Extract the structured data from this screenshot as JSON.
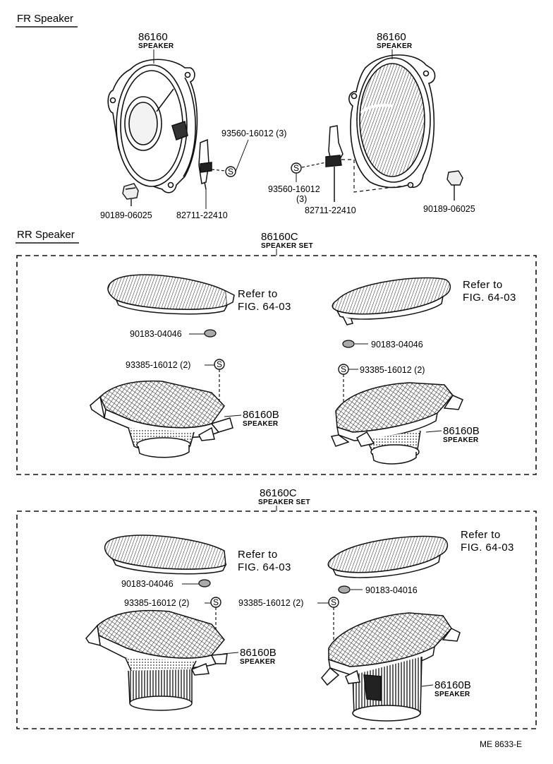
{
  "sections": {
    "fr_title": "FR Speaker",
    "rr_title": "RR Speaker"
  },
  "fr": {
    "left": {
      "speaker_pn": "86160",
      "speaker_label": "SPEAKER",
      "screw_pn": "93560-16012 (3)",
      "bracket_pn": "82711-22410",
      "clip_pn": "90189-06025",
      "screw_symbol": "S"
    },
    "right": {
      "speaker_pn": "86160",
      "speaker_label": "SPEAKER",
      "screw_pn": "93560-16012",
      "screw_qty": "(3)",
      "bracket_pn": "82711-22410",
      "clip_pn": "90189-06025",
      "screw_symbol": "S"
    }
  },
  "rr1": {
    "set_pn": "86160C",
    "set_label": "SPEAKER SET",
    "left": {
      "refer_line1": "Refer to",
      "refer_line2": "FIG. 64-03",
      "nut_pn": "90183-04046",
      "screw_pn": "93385-16012 (2)",
      "speaker_pn": "86160B",
      "speaker_label": "SPEAKER",
      "screw_symbol": "S"
    },
    "right": {
      "refer_line1": "Refer to",
      "refer_line2": "FIG. 64-03",
      "nut_pn": "90183-04046",
      "screw_pn": "93385-16012 (2)",
      "speaker_pn": "86160B",
      "speaker_label": "SPEAKER",
      "screw_symbol": "S"
    }
  },
  "rr2": {
    "set_pn": "86160C",
    "set_label": "SPEAKER SET",
    "left": {
      "refer_line1": "Refer to",
      "refer_line2": "FIG. 64-03",
      "nut_pn": "90183-04046",
      "screw_pn": "93385-16012 (2)",
      "speaker_pn": "86160B",
      "speaker_label": "SPEAKER",
      "screw_symbol": "S"
    },
    "right": {
      "refer_line1": "Refer to",
      "refer_line2": "FIG. 64-03",
      "nut_pn": "90183-04016",
      "screw_pn": "93385-16012 (2)",
      "speaker_pn": "86160B",
      "speaker_label": "SPEAKER",
      "screw_symbol": "S"
    }
  },
  "footer": {
    "code": "ME  8633-E"
  }
}
